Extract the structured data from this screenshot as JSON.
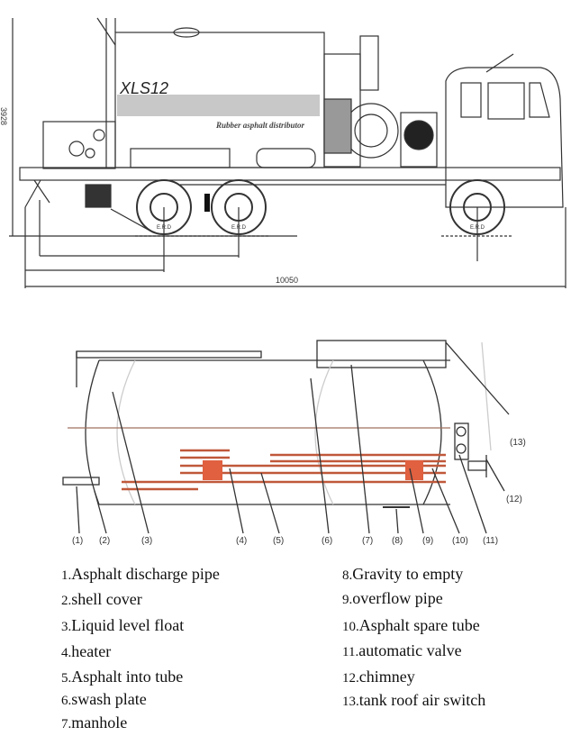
{
  "truck_diagram": {
    "model": "XLS12",
    "tank_caption": "Rubber asphalt distributor",
    "height_dimension": "3928",
    "length_dimension": "10050",
    "tire_label": "E.R.D",
    "accent_grey": "#c8c8c8"
  },
  "tank_diagram": {
    "callouts": [
      "(1)",
      "(2)",
      "(3)",
      "(4)",
      "(5)",
      "(6)",
      "(7)",
      "(8)",
      "(9)",
      "(10)",
      "(11)",
      "(12)",
      "(13)"
    ],
    "heater_color": "#c0583a"
  },
  "legend": {
    "left": [
      {
        "num": "1.",
        "text": "Asphalt discharge pipe"
      },
      {
        "num": "2.",
        "text": "shell cover"
      },
      {
        "num": "3.",
        "text": "Liquid level float"
      },
      {
        "num": "4.",
        "text": "heater"
      },
      {
        "num": "5.",
        "text": "Asphalt into tube"
      },
      {
        "num": "6.",
        "text": "swash plate"
      },
      {
        "num": "7.",
        "text": "manhole"
      }
    ],
    "right": [
      {
        "num": "8.",
        "text": "Gravity to empty"
      },
      {
        "num": "9.",
        "text": "overflow pipe"
      },
      {
        "num": "10.",
        "text": "Asphalt spare tube"
      },
      {
        "num": "11.",
        "text": "automatic valve"
      },
      {
        "num": "12.",
        "text": "chimney"
      },
      {
        "num": "13.",
        "text": "tank roof air switch"
      }
    ]
  }
}
